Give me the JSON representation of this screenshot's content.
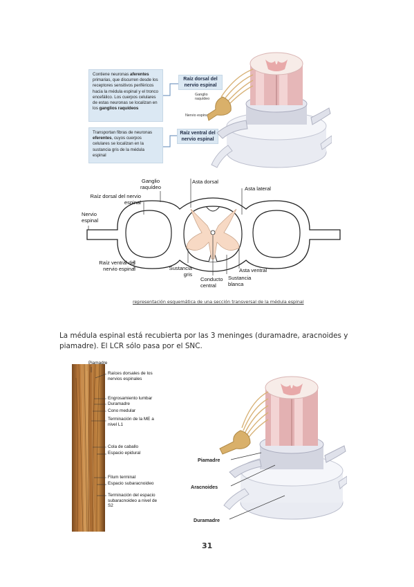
{
  "top_diagram": {
    "afferent_note": {
      "pre": "Contiene neuronas ",
      "bold1": "aferentes",
      "mid": " primarias, que discurren desde los receptores sensitivos periféricos hacia la médula espinal y el tronco encefálico. Los cuerpos celulares de estas neuronas se localizan en los ",
      "bold2": "ganglios raquídeos"
    },
    "efferent_note": {
      "pre": "Transportan fibras de neuronas ",
      "bold1": "eferentes",
      "mid": ", cuyos cuerpos celulares se localizan en la sustancia gris de la médula espinal"
    },
    "dorsal_root_tag": "Raíz dorsal del nervio espinal",
    "ventral_root_tag": "Raíz ventral del nervio espinal",
    "ganglion_label": "Ganglio raquídeo",
    "spinal_nerve_label": "Nervio espinal"
  },
  "cross_section": {
    "labels": {
      "ganglio": "Ganglio raquídeo",
      "asta_dorsal": "Asta dorsal",
      "asta_lateral": "Asta lateral",
      "raiz_dorsal": "Raíz dorsal del nervio espinal",
      "nervio": "Nervio espinal",
      "raiz_ventral": "Raíz ventral del nervio espinal",
      "sustancia_gris": "Sustancia gris",
      "conducto": "Conducto central",
      "sustancia_blanca": "Sustancia blanca",
      "asta_ventral": "Asta ventral"
    },
    "caption": "representación esquemática de una sección transversal de la médula espinal"
  },
  "paragraph": "La médula espinal está recubierta por las 3 meninges (duramadre, aracnoides y piamadre). El LCR sólo pasa por el SNC.",
  "photo_labels": {
    "top": "Piamadre",
    "items": [
      "Raíces dorsales de los nervios espinales",
      "Engrosamiento lumbar",
      "Duramadre",
      "Cono medular",
      "Terminación de la ME a nivel L1",
      "Cola de caballo",
      "Espacio epidural",
      "Filum terminal",
      "Espacio subaracnoideo",
      "Terminación del espacio subaracnoideo a nivel de S2"
    ]
  },
  "meninges": {
    "piamadre": "Piamadre",
    "aracnoides": "Aracnoides",
    "duramadre": "Duramadre"
  },
  "page_number": "31"
}
